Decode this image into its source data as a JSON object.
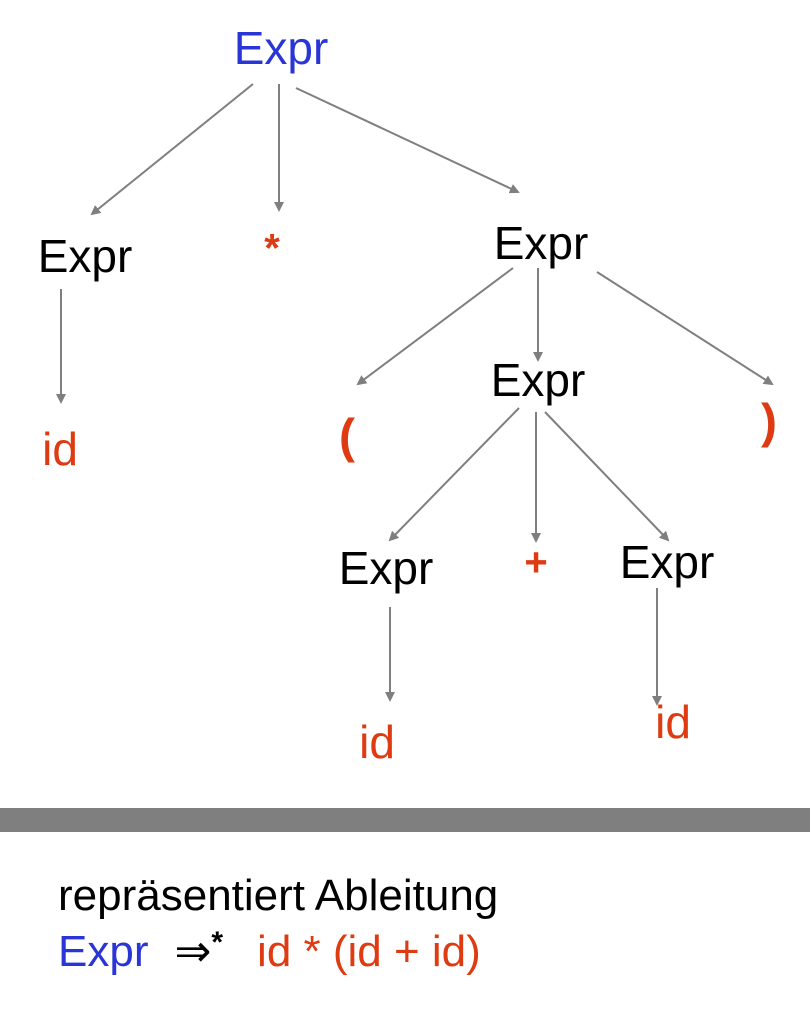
{
  "diagram": {
    "colors": {
      "nonterminal_root": "#2a35d6",
      "nonterminal": "#000000",
      "terminal": "#de3b12",
      "edge": "#7f7f7f",
      "divider": "#7f7f7f"
    },
    "nodes": [
      {
        "id": "root",
        "label": "Expr",
        "kind": "root"
      },
      {
        "id": "expr-left",
        "label": "Expr",
        "kind": "nonterminal"
      },
      {
        "id": "star",
        "label": "*",
        "kind": "terminal-bold"
      },
      {
        "id": "expr-right",
        "label": "Expr",
        "kind": "nonterminal"
      },
      {
        "id": "id-1",
        "label": "id",
        "kind": "terminal"
      },
      {
        "id": "lparen",
        "label": "(",
        "kind": "terminal-bold"
      },
      {
        "id": "expr-inner",
        "label": "Expr",
        "kind": "nonterminal"
      },
      {
        "id": "rparen",
        "label": ")",
        "kind": "terminal-bold"
      },
      {
        "id": "expr-a",
        "label": "Expr",
        "kind": "nonterminal"
      },
      {
        "id": "plus",
        "label": "+",
        "kind": "terminal-bold"
      },
      {
        "id": "expr-b",
        "label": "Expr",
        "kind": "nonterminal"
      },
      {
        "id": "id-2",
        "label": "id",
        "kind": "terminal"
      },
      {
        "id": "id-3",
        "label": "id",
        "kind": "terminal"
      }
    ],
    "edges": [
      [
        "root",
        "expr-left"
      ],
      [
        "root",
        "star"
      ],
      [
        "root",
        "expr-right"
      ],
      [
        "expr-left",
        "id-1"
      ],
      [
        "expr-right",
        "lparen"
      ],
      [
        "expr-right",
        "expr-inner"
      ],
      [
        "expr-right",
        "rparen"
      ],
      [
        "expr-inner",
        "expr-a"
      ],
      [
        "expr-inner",
        "plus"
      ],
      [
        "expr-inner",
        "expr-b"
      ],
      [
        "expr-a",
        "id-2"
      ],
      [
        "expr-b",
        "id-3"
      ]
    ]
  },
  "caption": {
    "line1": "repräsentiert Ableitung",
    "nonterminal": "Expr",
    "arrow": "⇒",
    "star": "*",
    "derived": "id * (id + id)"
  }
}
